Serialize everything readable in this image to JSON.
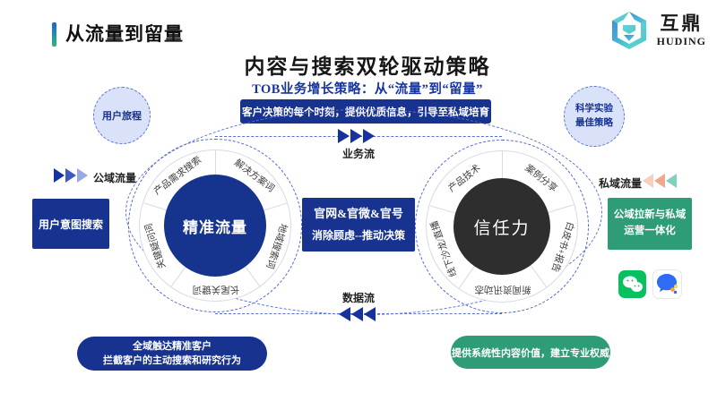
{
  "header": {
    "title": "从流量到留量",
    "logo_cn": "互鼎",
    "logo_en": "HUDING"
  },
  "titles": {
    "main": "内容与搜索双轮驱动策略",
    "subtitle": "TOB业务增长策略：从“流量”到“留量”",
    "banner": "客户决策的每个时刻，提供优质信息，引导至私域培育"
  },
  "side_bubbles": {
    "left": "用户旅程",
    "right_line1": "科学实验",
    "right_line2": "最佳策略"
  },
  "flows": {
    "public": "公域流量",
    "private": "私域流量",
    "business": "业务流",
    "data": "数据流"
  },
  "boxes": {
    "intent": "用户意图搜索",
    "center_line1": "官网&官微&官号",
    "center_line2": "消除顾虑--推动决策",
    "fusion_line1": "公域拉新与私域",
    "fusion_line2": "运营一体化"
  },
  "wheels": {
    "left": {
      "center": "精准流量",
      "hub_color": "#16338e",
      "segments": [
        {
          "label": "产品需求搜索",
          "angle": -37
        },
        {
          "label": "解决方案词",
          "angle": 37
        },
        {
          "label": "地域搜索词",
          "angle": 108
        },
        {
          "label": "长尾关键词",
          "angle": 180
        },
        {
          "label": "关键疑问词",
          "angle": 252
        }
      ]
    },
    "right": {
      "center": "信任力",
      "hub_color": "#2e2e2e",
      "segments": [
        {
          "label": "产品技术",
          "angle": -38
        },
        {
          "label": "案例分享",
          "angle": 38
        },
        {
          "label": "白皮书+报告",
          "angle": 108
        },
        {
          "label": "新闻资讯动态",
          "angle": 180
        },
        {
          "label": "线下沙龙/直播",
          "angle": 250
        }
      ]
    }
  },
  "pills": {
    "left_line1": "全域触达精准客户",
    "left_line2": "拦截客户的主动搜索和研究行为",
    "right": "提供系统性内容价值，建立专业权威"
  },
  "icons": {
    "wechat": "wechat-icon",
    "wecom": "wecom-icon"
  },
  "colors": {
    "navy": "#17338f",
    "green": "#2e9d77",
    "dash_blue": "#5b6fd6",
    "chevron_blue": [
      "#16329e",
      "#4059c0",
      "#97a9e2"
    ],
    "chevron_private": [
      "#f6d0bd",
      "#efa88b",
      "#7fd0bc"
    ],
    "bubble_fill": "#d9e2f8",
    "wechat_green": "#07c160",
    "wecom_blue": "#2e6bf6"
  }
}
